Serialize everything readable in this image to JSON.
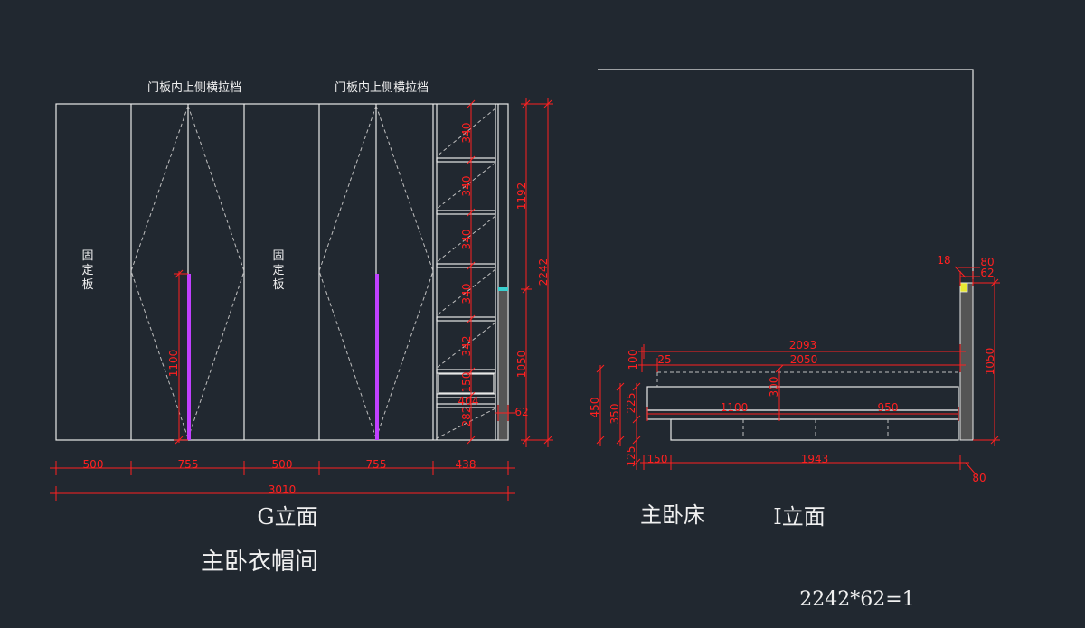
{
  "labels": {
    "door_crossbar": "门板内上侧横拉档",
    "fixed_panel": [
      "固",
      "定",
      "板"
    ],
    "g_elevation": "G立面",
    "g_room": "主卧衣帽间",
    "bed_room": "主卧床",
    "i_elevation": "I立面",
    "formula": "2242*62=1"
  },
  "g_dims": {
    "bottom_segments": [
      "500",
      "755",
      "500",
      "755",
      "438"
    ],
    "total_width": "3010",
    "shelves": [
      "340",
      "340",
      "340",
      "340",
      "342",
      "150",
      "404",
      "282"
    ],
    "upper": "1192",
    "lower": "1050",
    "height": "2242",
    "side": "62",
    "handle": "1100"
  },
  "i_dims": {
    "top_18": "18",
    "top_80": "80",
    "top_62": "62",
    "overall_2093": "2093",
    "inner_2050": "2050",
    "left_25": "25",
    "left_100": "100",
    "headboard_1050": "1050",
    "pillow_300": "300",
    "span_1100": "1100",
    "span_950": "950",
    "h_450": "450",
    "h_350": "350",
    "h_225": "225",
    "h_125": "125",
    "b_150": "150",
    "b_1943": "1943",
    "b_80": "80"
  },
  "colors": {
    "background": "#212830",
    "line": "#e8e8e8",
    "dimension": "#ff2020",
    "handle": "#c040ff"
  }
}
